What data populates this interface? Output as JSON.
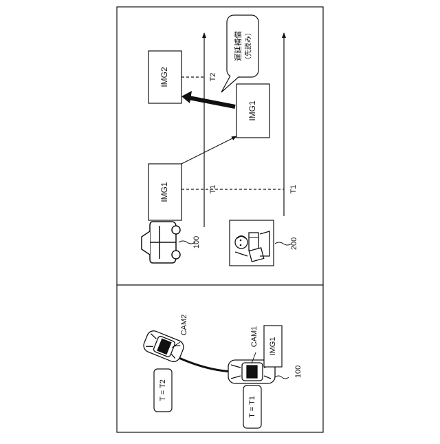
{
  "top": {
    "vehicle_ref": "100",
    "operator_ref": "200",
    "img1_vehicle": "IMG1",
    "img1_operator": "IMG1",
    "img2": "IMG2",
    "t1_vehicle": "T1",
    "t1_operator": "T1",
    "t2": "T2",
    "callout_line1": "遅延補償",
    "callout_line2": "（先読み）"
  },
  "bottom": {
    "cam1": "CAM1",
    "cam2": "CAM2",
    "img1": "IMG1",
    "vehicle_ref": "100",
    "time_t1": "T = T1",
    "time_t2": "T = T2"
  }
}
